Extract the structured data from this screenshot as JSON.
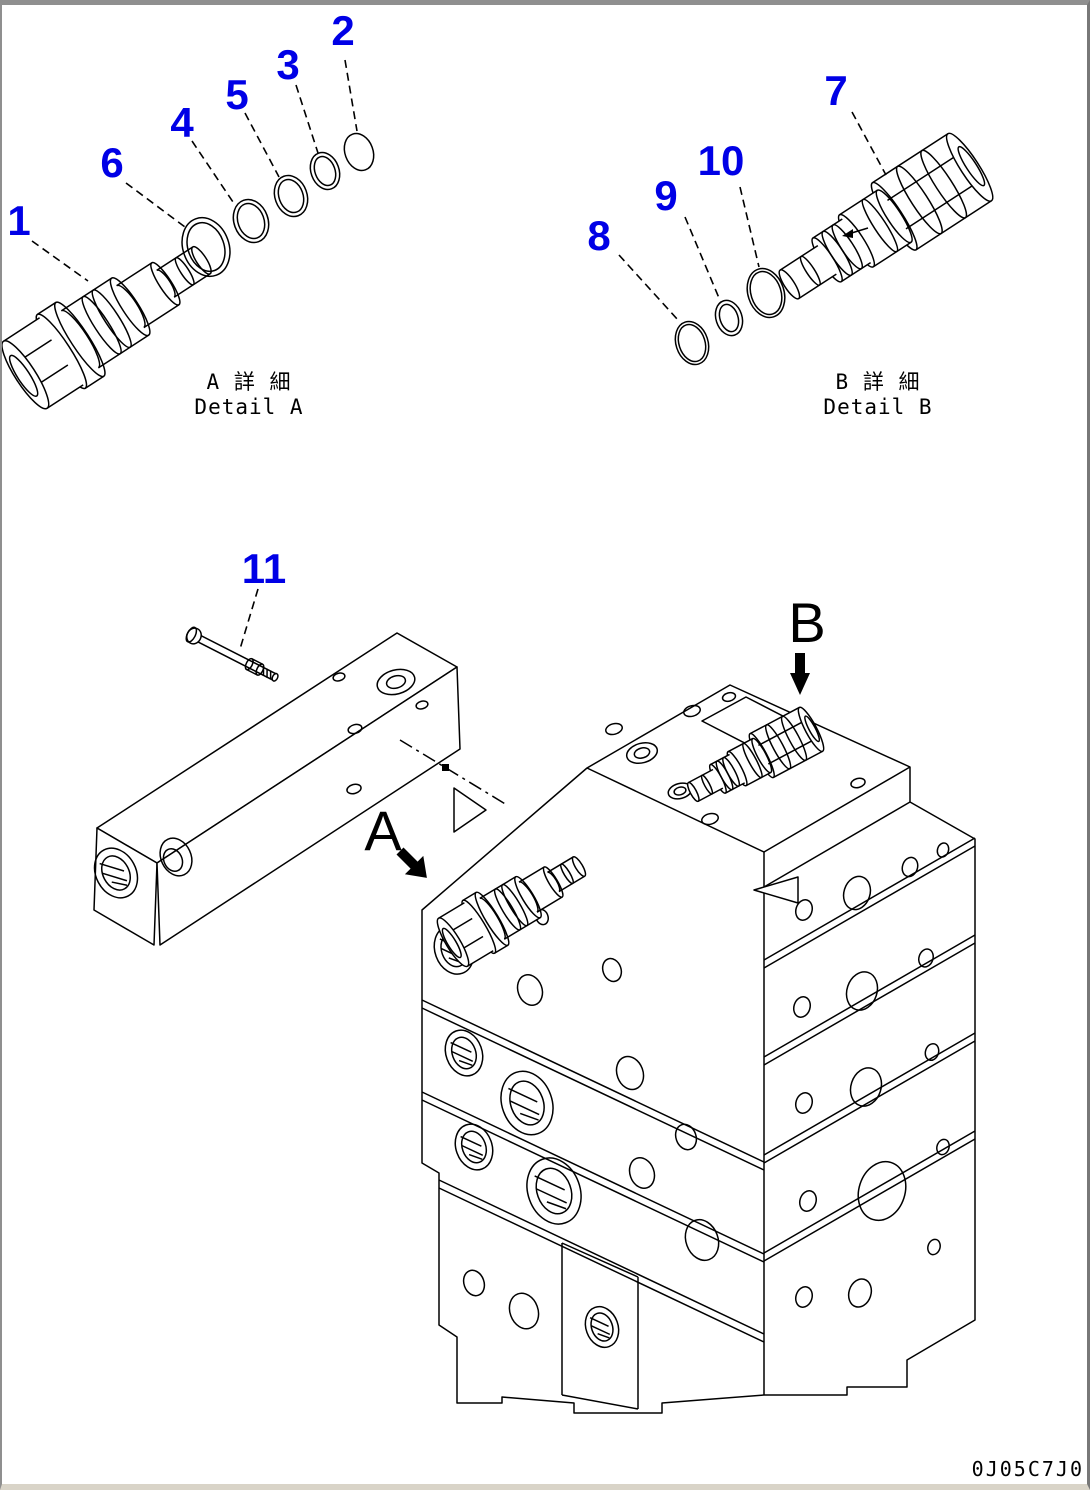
{
  "page": {
    "background": "#ffffff",
    "frame_top_color": "#8f8f8f",
    "frame_bottom_color": "#d9d4c8"
  },
  "diagram": {
    "detail_a": {
      "title_jp": "A 詳 細",
      "title_en": "Detail A"
    },
    "detail_b": {
      "title_jp": "B 詳 細",
      "title_en": "Detail B"
    },
    "view_labels": {
      "a": "A",
      "b": "B"
    },
    "callouts": {
      "c1": "1",
      "c2": "2",
      "c3": "3",
      "c4": "4",
      "c5": "5",
      "c6": "6",
      "c7": "7",
      "c8": "8",
      "c9": "9",
      "c10": "10",
      "c11": "11"
    },
    "drawing_number": "0J05C7J0",
    "colors": {
      "line": "#000000",
      "callout": "#0000e6"
    }
  }
}
